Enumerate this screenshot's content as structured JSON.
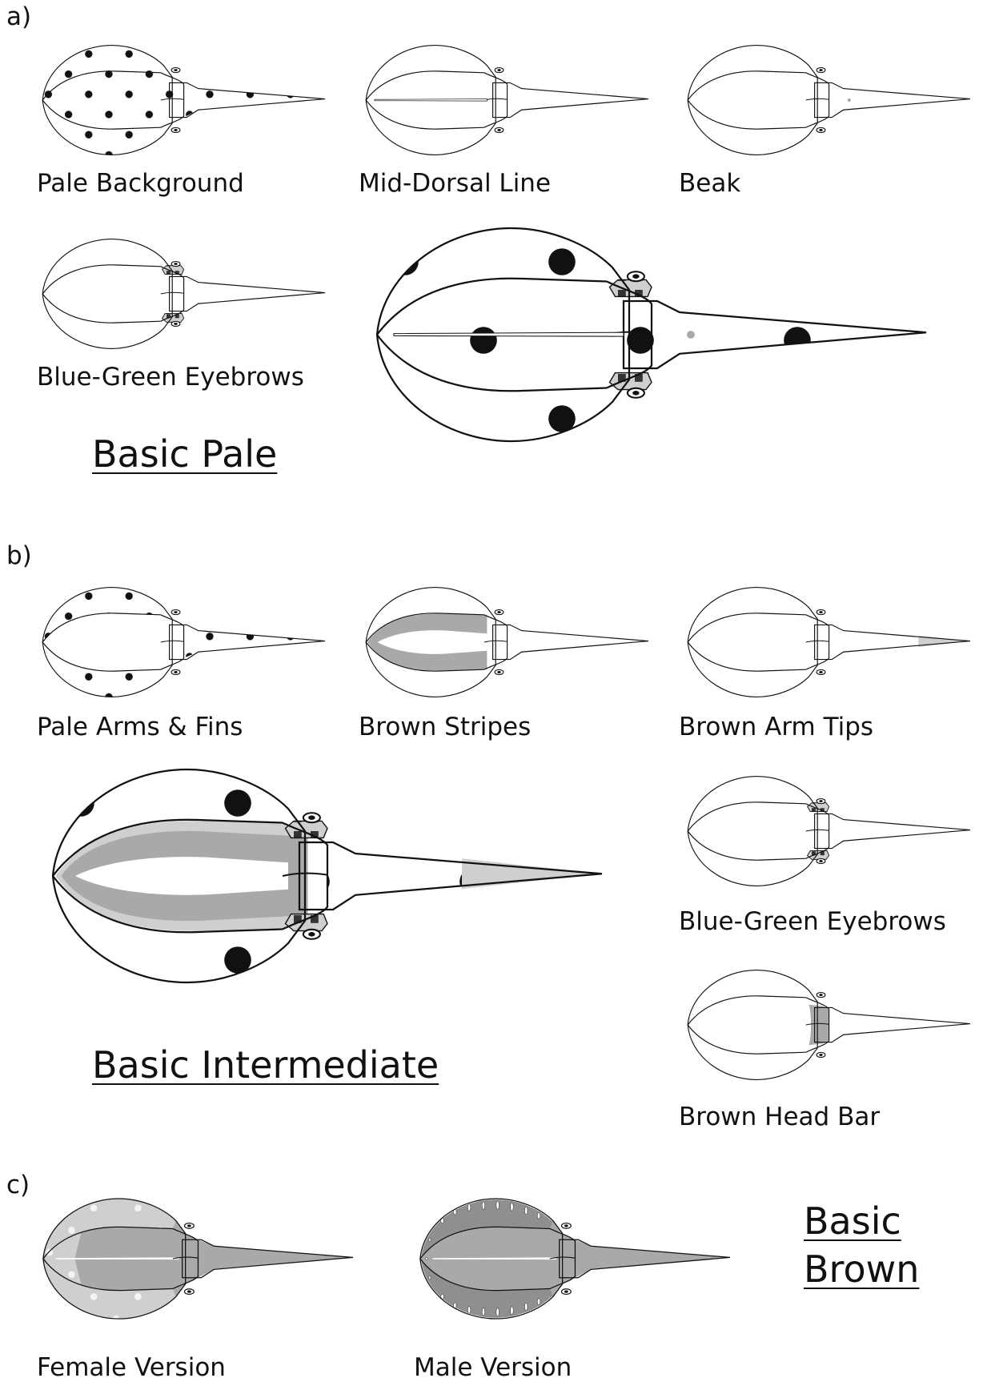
{
  "panels": {
    "a": {
      "letter": "a)",
      "labels": [
        "Pale Background",
        "Mid-Dorsal Line",
        "Beak",
        "Blue-Green Eyebrows"
      ],
      "title": "Basic Pale"
    },
    "b": {
      "letter": "b)",
      "labels": [
        "Pale Arms & Fins",
        "Brown Stripes",
        "Brown Arm Tips",
        "Blue-Green Eyebrows",
        "Brown Head Bar"
      ],
      "title": "Basic Intermediate"
    },
    "c": {
      "letter": "c)",
      "labels": [
        "Female Version",
        "Male Version"
      ],
      "title_line1": "Basic",
      "title_line2": "Brown"
    }
  },
  "colors": {
    "outline": "#111111",
    "brown_gray": "#a9a9a9",
    "light_gray": "#cfcfcf",
    "dark_fill": "#8f8f8f"
  }
}
